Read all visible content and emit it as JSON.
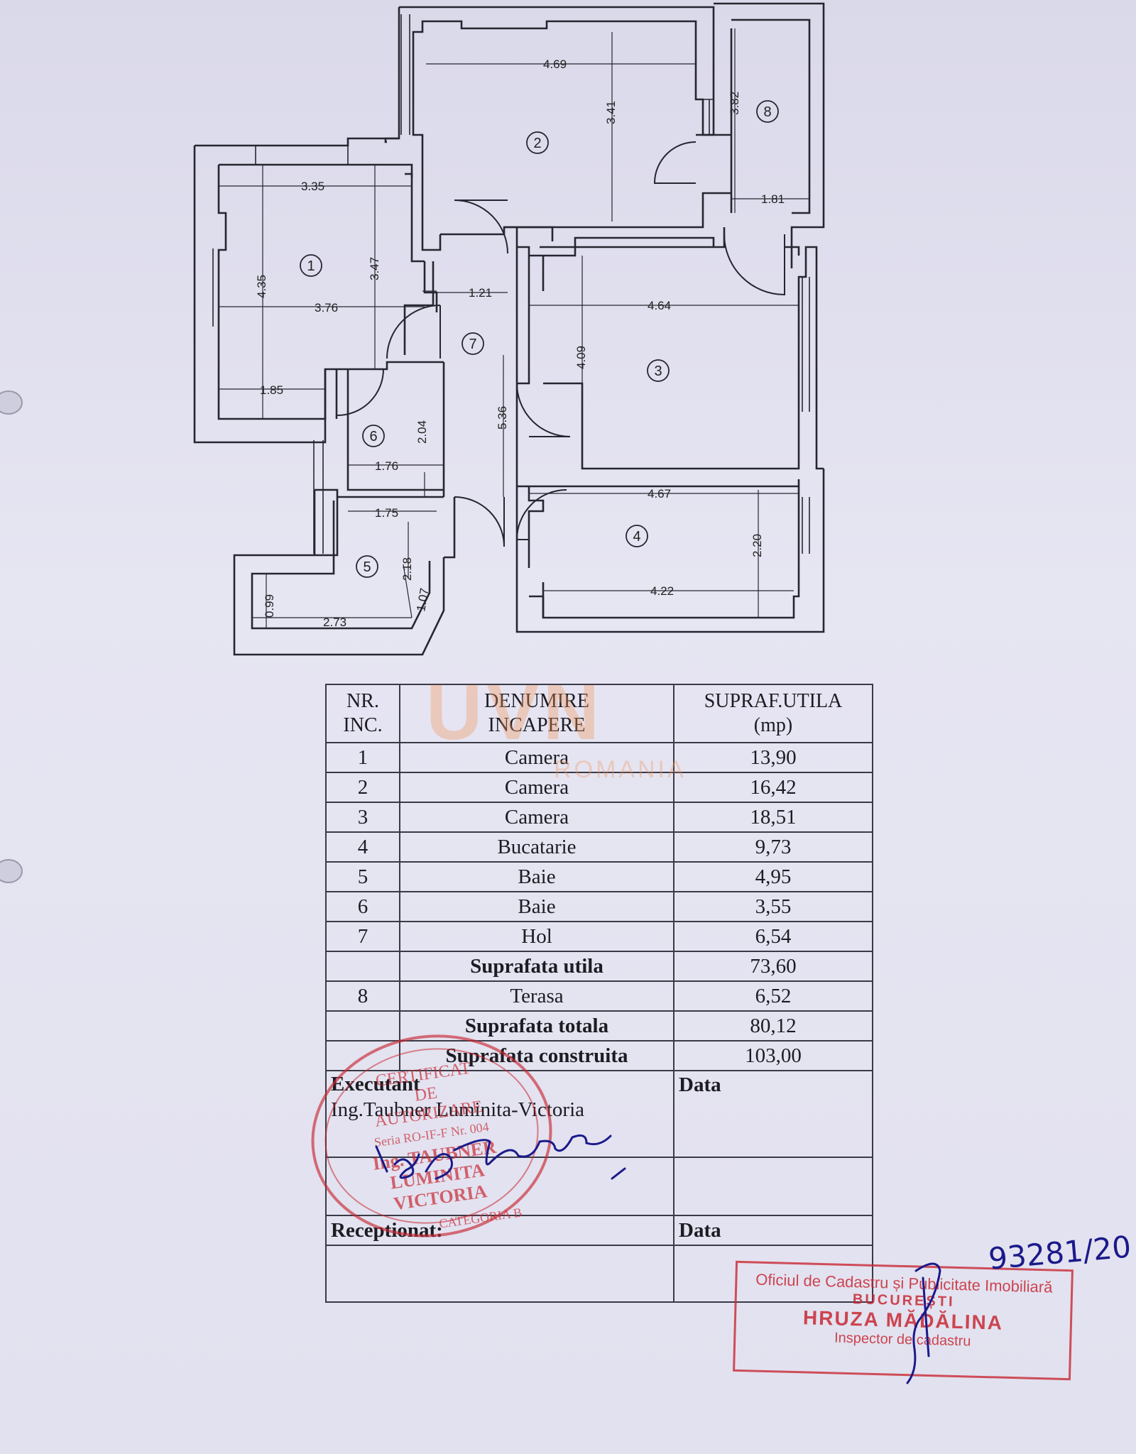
{
  "floor_plan": {
    "dimensions": [
      "4.69",
      "3.41",
      "3.82",
      "1.81",
      "3.35",
      "3.47",
      "4.35",
      "3.76",
      "1.21",
      "1.85",
      "2.04",
      "1.76",
      "5.36",
      "4.64",
      "4.09",
      "4.67",
      "2.20",
      "4.22",
      "1.75",
      "2.18",
      "1.07",
      "0.99",
      "2.73"
    ],
    "room_markers": [
      "1",
      "2",
      "3",
      "4",
      "5",
      "6",
      "7",
      "8"
    ]
  },
  "watermark": {
    "big": "UVN",
    "small": "ROMANIA"
  },
  "table": {
    "headers": {
      "nr": "NR.\nINC.",
      "name": "DENUMIRE\nINCAPERE",
      "area": "SUPRAF.UTILA\n(mp)"
    },
    "rows": [
      {
        "nr": "1",
        "name": "Camera",
        "area": "13,90"
      },
      {
        "nr": "2",
        "name": "Camera",
        "area": "16,42"
      },
      {
        "nr": "3",
        "name": "Camera",
        "area": "18,51"
      },
      {
        "nr": "4",
        "name": "Bucatarie",
        "area": "9,73"
      },
      {
        "nr": "5",
        "name": "Baie",
        "area": "4,95"
      },
      {
        "nr": "6",
        "name": "Baie",
        "area": "3,55"
      },
      {
        "nr": "7",
        "name": "Hol",
        "area": "6,54"
      }
    ],
    "suprafata_utila": {
      "label": "Suprafata utila",
      "area": "73,60"
    },
    "terasa": {
      "nr": "8",
      "name": "Terasa",
      "area": "6,52"
    },
    "suprafata_totala": {
      "label": "Suprafata totala",
      "area": "80,12"
    },
    "suprafata_construita": {
      "label": "Suprafata construita",
      "area": "103,00"
    },
    "executant_label": "Executant",
    "executant_name": "Ing.Taubner Luminita-Victoria",
    "data_label": "Data",
    "receptionat_label": "Receptionat:",
    "data_label_2": "Data"
  },
  "stamp_round": {
    "text": "CERTIFICAT DE AUTORIZARE Seria RO-IF-F Nr. 004 Ing. TAUBNER LUMINITA VICTORIA CATEGORIA B"
  },
  "ocpi_stamp": {
    "line1": "Oficiul de Cadastru și Publicitate Imobiliară",
    "line2": "BUCUREȘTI",
    "line3": "HRUZA MĂDĂLINA",
    "line4": "Inspector de cadastru"
  },
  "handwritten_number": "93281/20",
  "colors": {
    "ink": "#1c1c22",
    "stamp_red": "#c82832",
    "pen_blue": "#1a1a8a",
    "watermark": "#f0965a"
  }
}
